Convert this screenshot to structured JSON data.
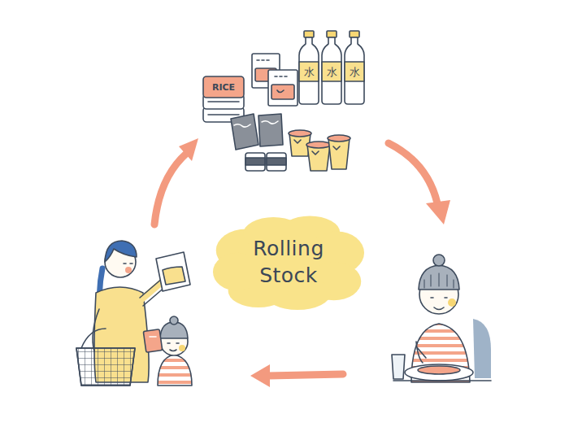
{
  "diagram": {
    "nodes": [
      {
        "text": [
          "Rolling Stock"
        ]
      }
    ],
    "labels": [
      "RICE",
      "水",
      "水",
      "水"
    ]
  }
}
